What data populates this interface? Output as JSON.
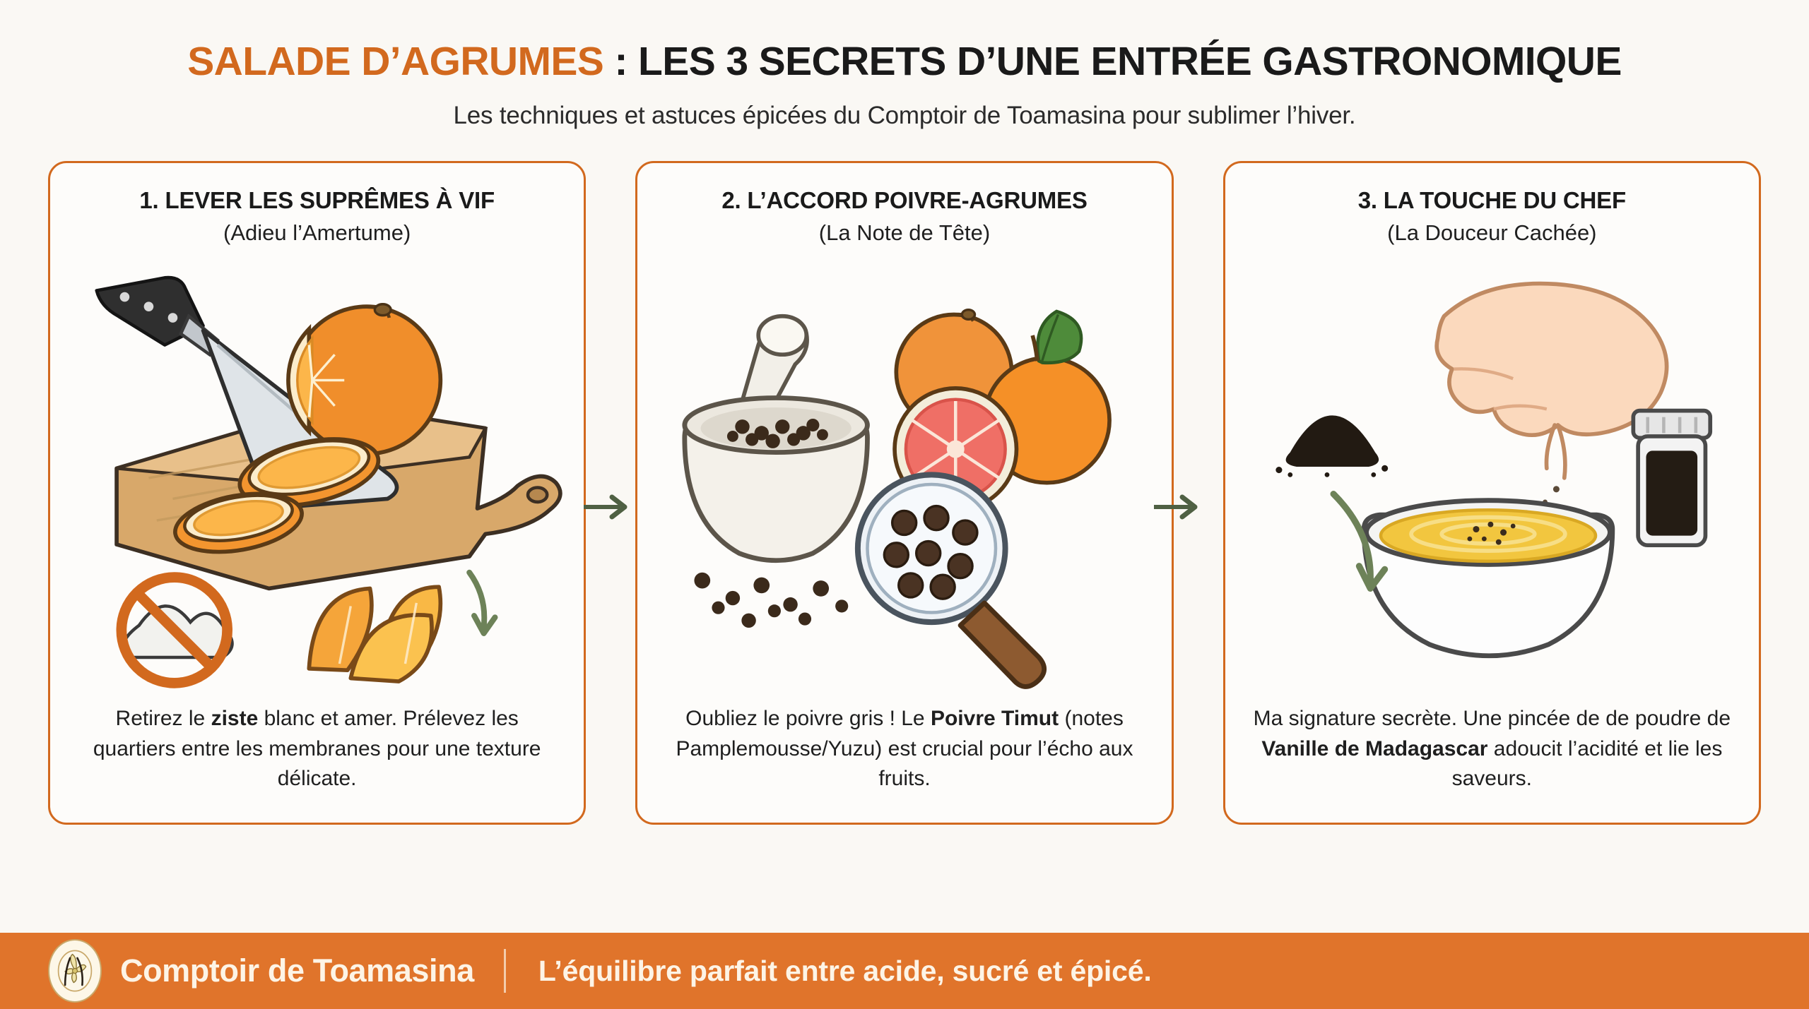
{
  "header": {
    "title_accent": "SALADE D’AGRUMES",
    "title_rest": " : LES 3 SECRETS D’UNE ENTRÉE GASTRONOMIQUE",
    "subtitle": "Les techniques et astuces épicées du Comptoir de Toamasina pour sublimer l’hiver."
  },
  "cards": [
    {
      "title": "1. LEVER LES SUPRÊMES À VIF",
      "subtitle": "(Adieu l’Amertume)",
      "illustration": "cutting-board-knife-orange-slices-no-pith",
      "body_part1": "Retirez le ",
      "body_bold1": "ziste",
      "body_part2": " blanc et amer. Prélevez les quartiers entre les membranes pour une texture délicate."
    },
    {
      "title": "2. L’ACCORD POIVRE-AGRUMES",
      "subtitle": "(La Note de Tête)",
      "illustration": "mortar-pestle-peppercorns-citrus-magnifier",
      "body_part1": "Oubliez le poivre gris ! Le ",
      "body_bold1": "Poivre Timut",
      "body_part2": " (notes Pamplemousse/Yuzu) est crucial pour l’écho aux fruits."
    },
    {
      "title": "3. LA TOUCHE DU CHEF",
      "subtitle": "(La Douceur Cachée)",
      "illustration": "hand-sprinkling-vanilla-powder-bowl-jar",
      "body_part1": "Ma signature secrète. Une pincée de de poudre de ",
      "body_bold1": "Vanille de Madagascar",
      "body_part2": " adoucit l’acidité et lie les saveurs."
    }
  ],
  "connectors": [
    {
      "name": "arrow-card1-to-card2",
      "direction": "right"
    },
    {
      "name": "arrow-card2-to-card3",
      "direction": "right"
    }
  ],
  "footer": {
    "logo_icon": "vanilla-flower-icon",
    "brand": "Comptoir de Toamasina",
    "tagline": "L’équilibre parfait entre acide, sucré et épicé."
  },
  "colors": {
    "accent_orange": "#D2691E",
    "footer_orange": "#E0742B",
    "background": "#faf8f4",
    "arrow_green": "#4F6043",
    "text_dark": "#1a1a1a"
  }
}
